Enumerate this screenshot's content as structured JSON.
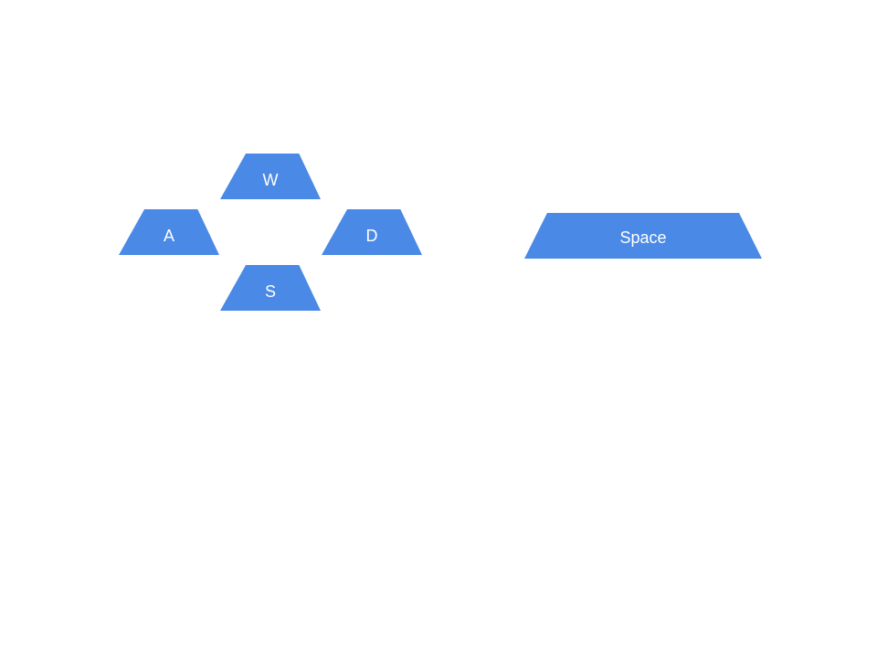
{
  "theme": {
    "key_color": "#4a89e6",
    "label_color": "#ffffff",
    "background": "#ffffff"
  },
  "keys": {
    "w": {
      "label": "W"
    },
    "a": {
      "label": "A"
    },
    "d": {
      "label": "D"
    },
    "s": {
      "label": "S"
    },
    "space": {
      "label": "Space"
    }
  }
}
